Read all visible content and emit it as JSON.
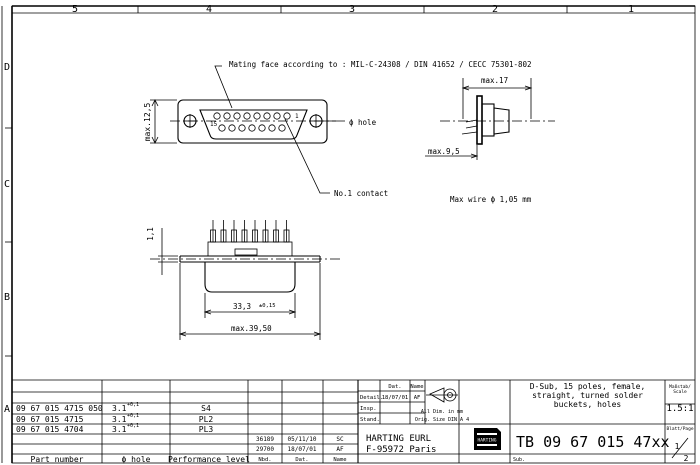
{
  "zones": {
    "columns": [
      "5",
      "4",
      "3",
      "2",
      "1"
    ],
    "rows": [
      "D",
      "C",
      "B",
      "A"
    ]
  },
  "annotations": {
    "mating_face": "Mating face according to : MIL-C-24308 / DIN 41652 / CECC 75301-802",
    "hole": "ϕ hole",
    "contact": "No.1 contact",
    "max_wire": "Max wire ϕ 1,05 mm",
    "contact_15": "15",
    "contact_1": "1"
  },
  "dimensions": {
    "max_12_5": "max.12,5",
    "max_17": "max.17",
    "max_9_5": "max.9,5",
    "d_1_1": "1,1",
    "d_33_3": "33,3",
    "d_33_3_tol": "±0,15",
    "max_39_50": "max.39,50"
  },
  "parts_table": {
    "headers": [
      "Part number",
      "ϕ hole",
      "Performance level"
    ],
    "rows": [
      {
        "part": "09 67 015 4715 050",
        "hole": "3.1",
        "tol": "+0,1",
        "level": "S4"
      },
      {
        "part": "09 67 015 4715",
        "hole": "3.1",
        "tol": "+0,1",
        "level": "PL2"
      },
      {
        "part": "09 67 015 4704",
        "hole": "3.1",
        "tol": "+0,1",
        "level": "PL3"
      }
    ]
  },
  "revision": {
    "headers": [
      "Nbd.",
      "Dat.",
      "Name"
    ],
    "row1": [
      "36189",
      "05/11/10",
      "SC"
    ],
    "row2": [
      "29700",
      "18/07/01",
      "AF"
    ]
  },
  "title_block": {
    "col_dat": "Dat.",
    "col_name": "Name",
    "detail_label": "Detail.",
    "detail_date": "18/07/01",
    "detail_name": "AF",
    "insp_label": "Insp.",
    "stand_label": "Stand.",
    "all_dim": "All Dim. in mm",
    "orig_size": "Orig. Size DIN A 4",
    "description": "D-Sub, 15 poles, female, straight, turned solder buckets, holes",
    "company_line1": "HARTING EURL",
    "company_line2": "F-95972 Paris",
    "logo_text": "HARTING",
    "drawing_number": "TB 09 67 015 47xx",
    "sub_label": "Sub.",
    "scale_label_1": "Maßstab/",
    "scale_label_2": "Scale",
    "scale_value": "1.5:1",
    "sheet_label": "Blatt/Page",
    "sheet_num": "1",
    "sheet_total": "2"
  }
}
